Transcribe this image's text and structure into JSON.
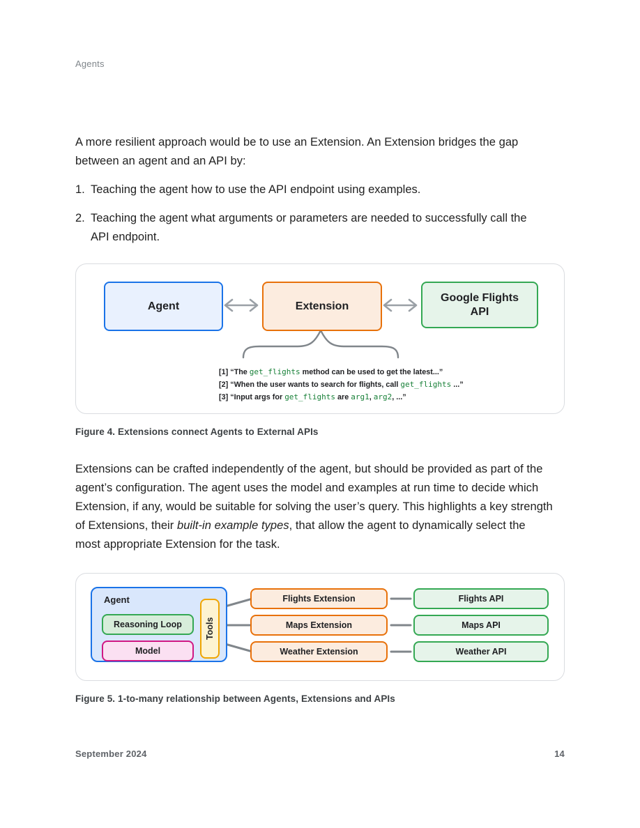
{
  "page": {
    "header": "Agents",
    "footer": {
      "date": "September 2024",
      "page_number": "14"
    }
  },
  "body": {
    "paragraph1": [
      "A more resilient approach would be to use an Extension. An Extension bridges the gap",
      "between an agent and an API by:"
    ],
    "list": [
      {
        "marker": "1.",
        "lines": [
          "Teaching the agent how to use the API endpoint using examples."
        ]
      },
      {
        "marker": "2.",
        "lines": [
          "Teaching the agent what arguments or parameters are needed to successfully call the",
          "API endpoint."
        ]
      }
    ],
    "paragraph2": [
      "Extensions can be crafted independently of the agent, but should be provided as part of the",
      "agent’s configuration. The agent uses the model and examples at run time to decide which",
      "Extension, if any, would be suitable for solving the user’s query. This highlights a key strength",
      [
        {
          "text": "of Extensions, their "
        },
        {
          "text": "built-in example types",
          "kind": "italic"
        },
        {
          "text": ", that allow the agent to dynamically select the"
        }
      ],
      "most appropriate Extension for the task."
    ]
  },
  "figure4": {
    "caption": "Figure 4. Extensions connect Agents to External APIs",
    "agent_label": "Agent",
    "extension_label": "Extension",
    "api_label": "Google Flights API",
    "examples": [
      [
        {
          "text": "[1] “The "
        },
        {
          "text": "get_flights",
          "kind": "code"
        },
        {
          "text": " method can be used to get the latest...”"
        }
      ],
      [
        {
          "text": "[2] “When the user wants to search for flights, call "
        },
        {
          "text": "get_flights",
          "kind": "code"
        },
        {
          "text": " ...”"
        }
      ],
      [
        {
          "text": "[3] “Input args for "
        },
        {
          "text": "get_flights",
          "kind": "code"
        },
        {
          "text": " are "
        },
        {
          "text": "arg1",
          "kind": "code"
        },
        {
          "text": ", "
        },
        {
          "text": "arg2",
          "kind": "code"
        },
        {
          "text": ", ...”"
        }
      ]
    ]
  },
  "figure5": {
    "caption": "Figure 5. 1-to-many relationship between Agents, Extensions and APIs",
    "agent_label": "Agent",
    "reasoning_loop_label": "Reasoning Loop",
    "model_label": "Model",
    "tools_label": "Tools",
    "rows": [
      {
        "extension": "Flights Extension",
        "api": "Flights API"
      },
      {
        "extension": "Maps Extension",
        "api": "Maps API"
      },
      {
        "extension": "Weather Extension",
        "api": "Weather API"
      }
    ]
  },
  "colors": {
    "blue_border": "#1a73e8",
    "blue_fill_light": "#e9f1fe",
    "blue_fill": "#d9e7fc",
    "orange_border": "#e8710a",
    "orange_fill": "#fcecdf",
    "green_border": "#34a853",
    "green_fill": "#e6f4ea",
    "pink_border": "#d01884",
    "pink_fill": "#fbe0f2",
    "yellow_border": "#f0a500",
    "yellow_fill": "#fdf3d2",
    "code_green": "#188038",
    "connector_gray": "#80868b",
    "arrow_gray": "#9aa0a6",
    "panel_border": "#dadce0",
    "muted_text": "#5f6368"
  }
}
